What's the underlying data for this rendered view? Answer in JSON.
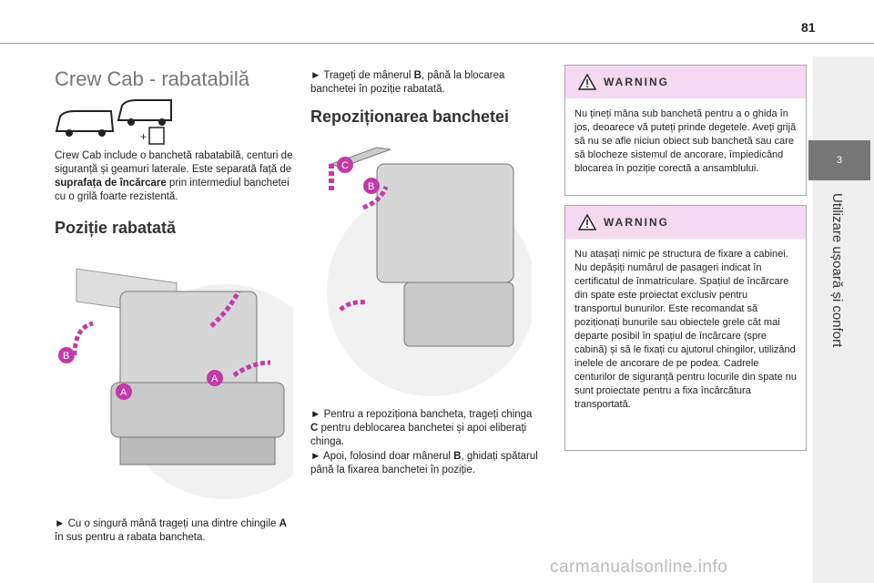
{
  "page": {
    "number": "81"
  },
  "chapter": {
    "number": "3",
    "title": "Utilizare ușoară și confort"
  },
  "left": {
    "title": "Crew Cab - rabatabilă",
    "intro": "Crew Cab include o banchetă rabatabilă, centuri de siguranță și geamuri laterale. Este separată față de ",
    "intro_bold": "suprafața de încărcare",
    "intro_end": " prin intermediul banchetei cu o grilă foarte rezistentă.",
    "subtitle": "Poziție rabatată",
    "step1_pre": "► Cu o singură mână trageți una dintre chingile ",
    "step1_bold": "A",
    "step1_post": " în sus pentru a rabata bancheta."
  },
  "middle": {
    "step_pre": "► Trageți de mânerul ",
    "step_bold": "B",
    "step_post": ", până la blocarea banchetei în poziție rabatată.",
    "subtitle": "Repoziționarea banchetei",
    "s1_pre": "► Pentru a repoziționa bancheta, trageți chinga ",
    "s1_bold": "C",
    "s1_post": " pentru deblocarea banchetei și apoi eliberați chinga.",
    "s2_pre": "► Apoi, folosind doar mânerul ",
    "s2_bold": "B",
    "s2_post": ", ghidați spătarul până la fixarea banchetei în poziție."
  },
  "warnings": [
    {
      "title": "WARNING",
      "text": "Nu țineți mâna sub banchetă pentru a o ghida în jos, deoarece vă puteți prinde degetele. Aveți grijă să nu se afle niciun obiect sub banchetă sau care să blocheze sistemul de ancorare, împiedicând blocarea în poziție corectă a ansamblului."
    },
    {
      "title": "WARNING",
      "text": "Nu atașați nimic pe structura de fixare a cabinei. Nu depășiți numărul de pasageri indicat în certificatul de înmatriculare. Spațiul de încărcare din spate este proiectat exclusiv pentru transportul bunurilor. Este recomandat să poziționați bunurile sau obiectele grele cât mai departe posibil în spațiul de încărcare (spre cabină) și să le fixați cu ajutorul chingilor, utilizând inelele de ancorare de pe podea. Cadrele centurilor de siguranță pentru locurile din spate nu sunt proiectate pentru a fixa încărcătura transportată."
    }
  ],
  "labels": {
    "a": "A",
    "b": "B",
    "c": "C"
  },
  "watermark": "carmanualsonline.info",
  "colors": {
    "warning_header": "#f4d9f0",
    "arrow": "#c23aa6",
    "tab": "#777777"
  }
}
